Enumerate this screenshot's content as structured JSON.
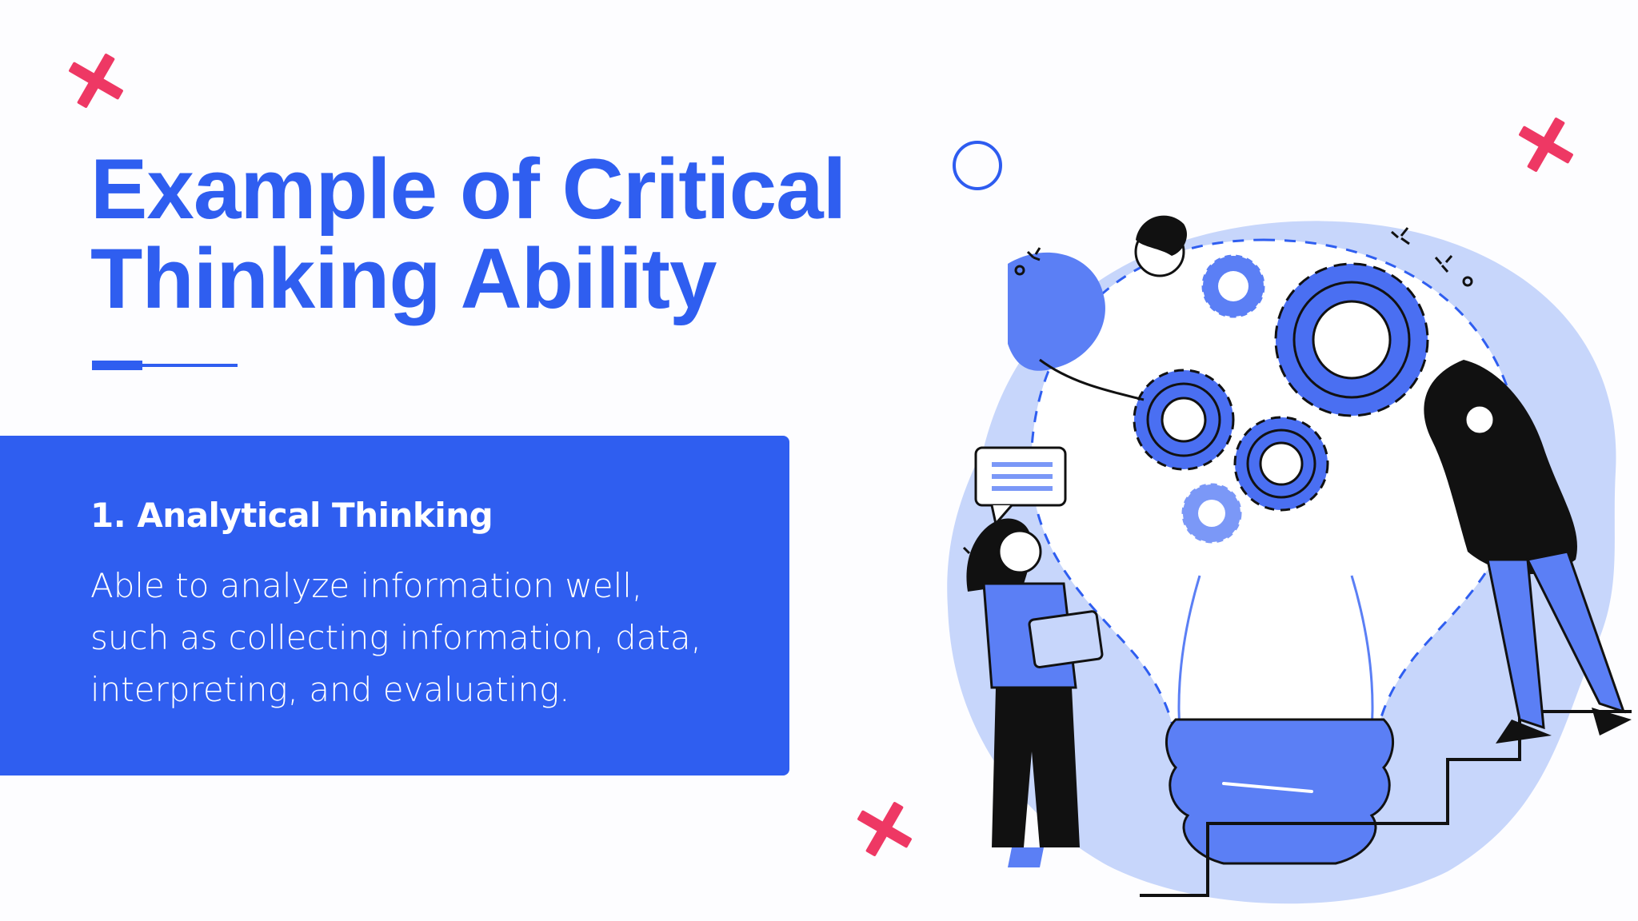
{
  "slide": {
    "title_line1": "Example of Critical",
    "title_line2": "Thinking Ability",
    "card": {
      "heading": "1. Analytical Thinking",
      "body_line1": "Able to analyze information well,",
      "body_line2": "such as collecting information, data,",
      "body_line3": "interpreting, and evaluating."
    }
  },
  "colors": {
    "accent": "#2f5ef0",
    "decoration": "#ee3864",
    "illustration_light": "#c7d6fb",
    "illustration_mid": "#5b7ff5",
    "background": "#fdfdff"
  },
  "icons": [
    "cross-decoration",
    "ring-decoration",
    "lightbulb-gears-illustration"
  ]
}
